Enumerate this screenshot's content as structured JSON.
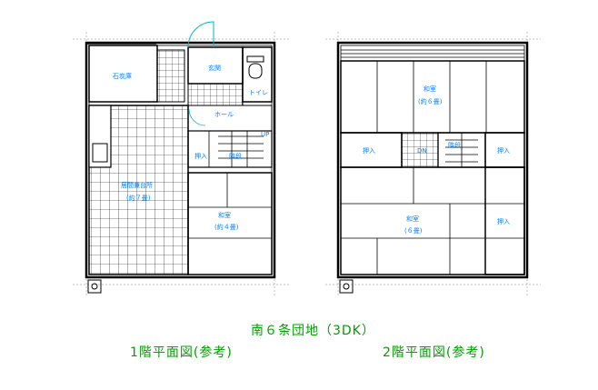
{
  "title": "南６条団地（3DK）",
  "floor1": {
    "caption": "1階平面図(参考)",
    "labels": {
      "storage": "石炭庫",
      "genkan": "玄関",
      "toilet": "トイレ",
      "hall": "ホール",
      "ldk": "居間兼台所",
      "ldk_size": "(約７畳)",
      "oshiire": "押入",
      "stairs": "階段",
      "washitsu": "和室",
      "washitsu_size": "(約４畳)",
      "up": "UP"
    }
  },
  "floor2": {
    "caption": "2階平面図(参考)",
    "labels": {
      "washitsu_top": "和室",
      "washitsu_top_size": "(約６畳)",
      "oshiire_left": "押入",
      "oshiire_right": "押入",
      "stairs": "階段",
      "dn": "DN",
      "washitsu_bottom": "和室",
      "washitsu_bottom_size": "(６畳)",
      "oshiire_bottom": "押入"
    }
  },
  "colors": {
    "line": "#000000",
    "label": "#0080ff",
    "caption": "#00a000",
    "door": "#00b7c3",
    "gridline": "#808080"
  }
}
